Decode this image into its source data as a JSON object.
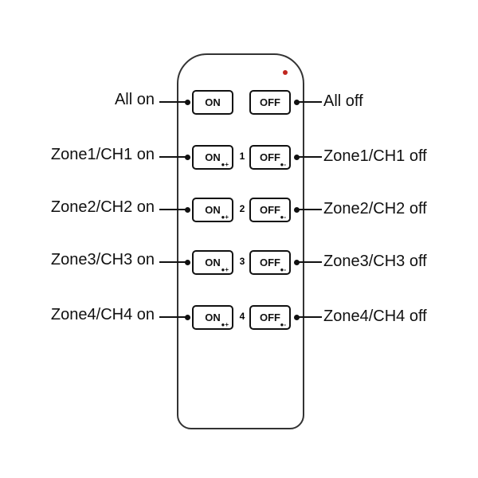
{
  "rows": [
    {
      "left": "All on",
      "right": "All off",
      "on": "ON",
      "off": "OFF",
      "num": "",
      "on_sub": "",
      "off_sub": ""
    },
    {
      "left": "Zone1/CH1 on",
      "right": "Zone1/CH1 off",
      "on": "ON",
      "off": "OFF",
      "num": "1",
      "on_sub": "●+",
      "off_sub": "●-"
    },
    {
      "left": "Zone2/CH2 on",
      "right": "Zone2/CH2 off",
      "on": "ON",
      "off": "OFF",
      "num": "2",
      "on_sub": "●+",
      "off_sub": "●-"
    },
    {
      "left": "Zone3/CH3 on",
      "right": "Zone3/CH3 off",
      "on": "ON",
      "off": "OFF",
      "num": "3",
      "on_sub": "●+",
      "off_sub": "●-"
    },
    {
      "left": "Zone4/CH4 on",
      "right": "Zone4/CH4 off",
      "on": "ON",
      "off": "OFF",
      "num": "4",
      "on_sub": "●+",
      "off_sub": "●-"
    }
  ],
  "colors": {
    "led": "#c0261e",
    "outline": "#111111"
  }
}
